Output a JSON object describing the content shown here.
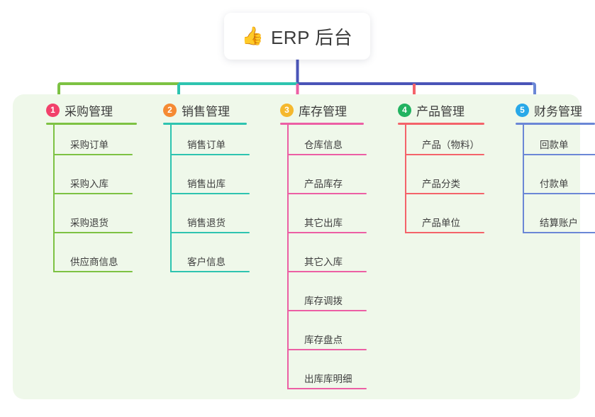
{
  "root": {
    "emoji": "👍",
    "emoji_name": "thumbs-up-icon",
    "title": "ERP 后台"
  },
  "theme": {
    "page_background": "#ffffff",
    "panel_background": "#eff8ea",
    "trunk_color": "#4a54b8",
    "text_color": "#3c3c3c"
  },
  "columns": [
    {
      "number": "1",
      "title": "采购管理",
      "badge_color": "#f2416b",
      "line_color": "#7dc243",
      "items": [
        "采购订单",
        "采购入库",
        "采购退货",
        "供应商信息"
      ]
    },
    {
      "number": "2",
      "title": "销售管理",
      "badge_color": "#f58a33",
      "line_color": "#2ec4b0",
      "items": [
        "销售订单",
        "销售出库",
        "销售退货",
        "客户信息"
      ]
    },
    {
      "number": "3",
      "title": "库存管理",
      "badge_color": "#f5b82e",
      "line_color": "#ec5fa4",
      "items": [
        "仓库信息",
        "产品库存",
        "其它出库",
        "其它入库",
        "库存调拨",
        "库存盘点",
        "出库库明细"
      ]
    },
    {
      "number": "4",
      "title": "产品管理",
      "badge_color": "#22b361",
      "line_color": "#f4636a",
      "items": [
        "产品（物料）",
        "产品分类",
        "产品单位"
      ]
    },
    {
      "number": "5",
      "title": "财务管理",
      "badge_color": "#28a8e8",
      "line_color": "#6b87d6",
      "items": [
        "回款单",
        "付款单",
        "结算账户"
      ]
    }
  ]
}
